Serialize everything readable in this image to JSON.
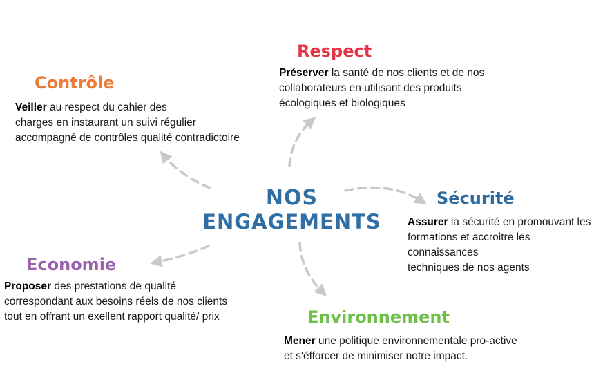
{
  "center": {
    "line1": "NOS",
    "line2": "ENGAGEMENTS"
  },
  "colors": {
    "center": "#2f6fa3",
    "controle": "#ee7a37",
    "respect": "#e23645",
    "securite": "#2e6b9c",
    "economie": "#9a62ad",
    "environnement": "#6cbf47",
    "arrow": "#c9c9c9"
  },
  "engagements": {
    "controle": {
      "title": "Contrôle",
      "lead": "Veiller",
      "lines": [
        " au respect du cahier des",
        "charges en instaurant un suivi régulier",
        "accompagné de contrôles qualité contradictoire"
      ]
    },
    "respect": {
      "title": "Respect",
      "lead": "Préserver",
      "lines": [
        " la santé de nos clients et de nos",
        "collaborateurs en utilisant des produits",
        "écologiques et biologiques"
      ]
    },
    "securite": {
      "title": "Sécurité",
      "lead": "Assurer",
      "lines": [
        " la sécurité en promouvant les",
        "formations et accroitre les connaissances",
        "techniques de nos agents"
      ]
    },
    "economie": {
      "title": "Economie",
      "lead": "Proposer",
      "lines": [
        " des prestations de qualité",
        "correspondant aux besoins réels de nos clients",
        "tout en offrant un exellent rapport qualité/ prix"
      ]
    },
    "environnement": {
      "title": "Environnement",
      "lead": "Mener",
      "lines": [
        " une politique environnementale pro-active",
        "et s'éfforcer de minimiser notre impact."
      ]
    }
  }
}
